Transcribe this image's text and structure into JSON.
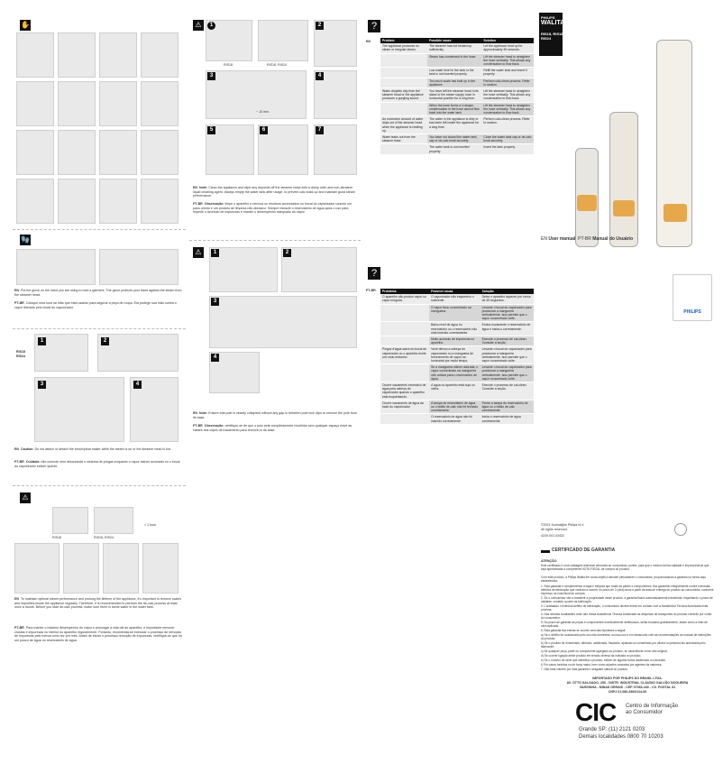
{
  "col1": {
    "intro_en_lang": "EN",
    "intro_en_text": "Put the glove on the hand you are using to hold a garment. The glove protects your hand against the steam from the steamer head.",
    "intro_pt_lang": "PT-BR",
    "intro_pt_text": "Coloque uma luva na mão que está usando para segurar a peça de roupa. Ela protege sua mão contra o vapor liberado pelo bocal do vaporizador.",
    "models": "RIS18\nRIS24",
    "steps": [
      "1",
      "2",
      "3",
      "4"
    ],
    "caution_en_lang": "EN",
    "caution_en_label": "Caution:",
    "caution_en_text": "Do not attach or detach the brush/pleat maker while the steam is on or the steamer head is hot.",
    "caution_pt_lang": "PT-BR",
    "caution_pt_label": "Cuidado:",
    "caution_pt_text": "não conecte nem desconecte o sistema de pregas enquanto o vapor estiver acionado ou o bocal do vaporizador estiver quente.",
    "descale_labels": [
      "RIS18",
      "RIS18, RIS24"
    ],
    "timer_label": "> 1 hour",
    "descale_en_lang": "EN",
    "descale_en_text": "To maintain optimal steam performance and prolong the lifetime of the appliance, it's important to remove scales and impurities inside the appliance regularly. Therefore, it is recommended to perform the de-calc process at least once a month.",
    "descale_en_text2": "Before you start de-calc process, make sure there is some water in the water tank.",
    "descale_pt_lang": "PT-BR",
    "descale_pt_text": "Para manter o máximo desempenho do vapor e prolongar a vida útil do aparelho, é importante remover crostas e impurezas no interior do aparelho regularmente. Portanto, recomenda-se executar o processo de remoção de impurezas pelo menos uma vez por mês.",
    "descale_pt_text2": "Antes de iniciar o processo remoção de impurezas, certifique-se que há um pouco de água no reservatório de água."
  },
  "col2": {
    "top_labels": [
      "RIS18",
      "RIS18, RIS24"
    ],
    "steps": [
      "1",
      "2",
      "3",
      "4",
      "5",
      "6",
      "7"
    ],
    "timer": "~ 10 min.",
    "note_en_lang": "EN",
    "note_en_label": "Note:",
    "note_en_text": "Clean the appliance and wipe any deposits off the steamer head with a damp cloth and non-abrasive liquid cleaning agent.",
    "note_en_text2": "Always empty the water tank after usage, to prevent calc build-up and maintain good steam performance.",
    "note_pt_lang": "PT-BR",
    "note_pt_label": "Observação:",
    "note_pt_text": "limpe o aparelho e remova os resíduos acumulados no bocal do vaporizador usando um pano úmido e um produto de limpeza não abrasivo.",
    "note_pt_text2": "Sempre esvazie o reservatório de água após o uso para impedir o acúmulo de impurezas e manter o desempenho adequado do vapor.",
    "store_steps": [
      "1",
      "2",
      "3",
      "4"
    ],
    "store_en_lang": "EN",
    "store_en_label": "Note:",
    "store_en_text": "Ensure that pole is closely collapsed without any gap in between pole lock clips to remove the pole from its base.",
    "store_pt_lang": "PT-BR",
    "store_pt_label": "Observação:",
    "store_pt_text": "certifique-se de que o polo está completamente recolhido sem qualquer espaço entre as hastes dos clipes de travamento para removê-lo da base."
  },
  "col3": {
    "lang_en": "EN",
    "headers_en": [
      "Problem",
      "Possible cause",
      "Solution"
    ],
    "rows_en": [
      [
        "The appliance produces no steam or irregular steam.",
        "The steamer has not heated up sufficiently.",
        "Let the appliance heat up for approximately 45 seconds."
      ],
      [
        "",
        "Steam has condensed in the hose.",
        "Lift the steamer head to straighten the hose vertically. This allows any condensation to flow back."
      ],
      [
        "",
        "Low water level in the tank or the tank is not inserted properly.",
        "Refill the water tank and insert it properly."
      ],
      [
        "",
        "Too much scale has built up in the appliance.",
        "Perform calc-clean process. Refer to section."
      ],
      [
        "Water droplets drip from the steamer head or the appliance produces a gurgling sound.",
        "You have left the steamer head in its stand or the steam supply hose in horizontal position for a long time.",
        "Lift the steamer head to straighten the hose vertically. This allows any condensation to flow back."
      ],
      [
        "",
        "When the hose forms a U-shape, condensation in the hose cannot flow back into the water tank.",
        "Lift the steamer head to straighten the hose vertically. This allows any condensation to flow back."
      ],
      [
        "An excessive amount of water drips out of the steamer head when the appliance is heating up.",
        "The water in the appliance is dirty or has been left inside the appliance for a long time.",
        "Perform calc-clean process. Refer to section."
      ],
      [
        "Water leaks out from the steamer base.",
        "You have not closed the water tank cap or de-calc knob securely.",
        "Close the water tank cap or de-calc knob securely."
      ],
      [
        "",
        "The water tank is not inserted properly.",
        "Insert the tank properly."
      ]
    ],
    "lang_pt": "PT-BR",
    "headers_pt": [
      "Problema",
      "Possível causa",
      "Solução"
    ],
    "rows_pt": [
      [
        "O aparelho não produz vapor ou vapor irregular.",
        "O vaporizador não esquentou o suficiente.",
        "Deixe o aparelho aquecer por cerca de 45 segundos."
      ],
      [
        "",
        "O vapor ficou concentrado na mangueira.",
        "Levante o bocal do vaporizador para posicionar a mangueira verticalmente. Isso permite que o vapor concentrado volte."
      ],
      [
        "",
        "Baixo nível de água no reservatório ou o reservatório não está inserido corretamente.",
        "Encha novamente o reservatório de água e insira-o corretamente."
      ],
      [
        "",
        "Muito acúmulo de impurezas no aparelho.",
        "Execute o processo de cal-clean. Consulte a seção."
      ],
      [
        "Pingos d'água saem do bocal do vaporizador ou o aparelho emite um ruído estranho.",
        "Você deixou a cabeça do vaporizador ou a mangueira de fornecimento de vapor na horizontal por muito tempo.",
        "Levante o bocal do vaporizador para posicionar a mangueira verticalmente. Isso permite que o vapor concentrado volte."
      ],
      [
        "",
        "Se a mangueira estiver dobrada, o vapor concentrado na mangueira não voltará para o reservatório de água.",
        "Levante o bocal do vaporizador para posicionar a mangueira verticalmente. Isso permite que o vapor concentrado volte."
      ],
      [
        "Ocorre vazamento excessivo de água pela cabeça do vaporizador quando o aparelho está esquentando.",
        "A água no aparelho está suja ou velha.",
        "Execute o processo de cal-clean. Consulte a seção."
      ],
      [
        "Ocorre vazamento de água da base do vaporizador.",
        "A tampa do reservatório de água ou o botão de-calc não foi fechado corretamente.",
        "Feche a tampa do reservatório de água ou o botão de-calc corretamente."
      ],
      [
        "",
        "O reservatório de água não foi inserido corretamente.",
        "Insira o reservatório de água corretamente."
      ]
    ]
  },
  "col4": {
    "brand_top": "PHILIPS",
    "brand_name": "WALITA",
    "models": "RIS18, RIS18\nRIS24",
    "manual_line_en": "EN",
    "manual_en": "User manual",
    "manual_line_pt": "PT-BR",
    "manual_pt": "Manual do Usuário",
    "philips": "PHILIPS",
    "copyright": "©2021 Koninklijke Philips N.V.\nAll rights reserved.",
    "code": "4239.001.03432",
    "warranty_title": "CERTIFICADO DE GARANTIA",
    "attention": "ATENÇÃO",
    "warranty_intro": "Este certificado é uma vantagem adicional oferecida ao consumidor, porém, para que o mesmo tenha validade é imprescindível que seja apresentada a competente NOTA FISCAL de compra do produto.",
    "warranty_para2": "Com este produto, a Philips Walita lhe conta objetivo atender plenamente o consumidor, proporcionando a garantia na forma aqui estabelecida.",
    "warranty_items": [
      "1. Esta garantia é complementar à legal e estipula que todas as partes e componentes, fica garantido integralmente contra eventuais defeitos de fabricação que venham a ocorrer no prazo de 2 (dois) anos a partir da data de entrega do produto ao consumidor, conforme expresso na nota fiscal de compra.",
      "2. Se o consumidor vier a transferir a propriedade deste produto, a garantia ficará automaticamente transferida, respeitando o prazo de validade, contado a partir da fabricação.",
      "3. Constatado o eventual defeito de fabricação, o consumidor deverá entrar em contato com a Assistência Técnica Autorizada mais próxima.",
      "4. Nas devidas localidades onde não exista Assistência Técnica Autorizada as despesas de transportes do produto correrão por conta do consumidor.",
      "5. No prazo de garantia as peças e componentes eventualmente defeituosos, serão trocados gratuitamente, assim como a mão de obra aplicada.",
      "6. Esta garantia fica extinta se ocorrer uma das hipóteses a seguir:",
      "a) Se o defeito for ocasionado pelo uso não doméstico ou mau uso e em desacordo com as recomendações do manual de instruções do produto;",
      "b) Se o produto for examinado, alterado, adulterado, fraudado, ajustado ou consertado por oficina ou pessoa não autorizada pelo fabricante;",
      "c) Se qualquer peça, parte ou componente agregado ao produto, se caracterizar como não original;",
      "d) Se ocorrer ligação deste produto em tensão diversa da indicada no produto;",
      "e) Se o número de série que identifica o produto, estiver de alguma forma adulterado ou rasurado.",
      "f) Por casos fortuitos ou de força maior, bem como aqueles causados por agentes da natureza.",
      "7. Não está coberto por esta garantia o desgaste natural do produto."
    ],
    "importer": "IMPORTADO POR PHILIPS DO BRASIL LTDA.",
    "address1": "AV. OTTO SALGADO, 250 - DISTR. INDUSTRIAL CLÁUDIO GALVÃO NOGUEIRA",
    "address2": "VARGINHA - MINAS GERAIS - CEP 37066-440 - CX. POSTAL 81",
    "cnpj": "CNPJ 61.086.336/0114-06",
    "cic_logo": "CIC",
    "cic_name": "Centro de Informação\nao Consumidor",
    "cic_phone1": "Grande SP: (11) 2121 0203",
    "cic_phone2": "Demais localidades 0800 70 10203"
  }
}
